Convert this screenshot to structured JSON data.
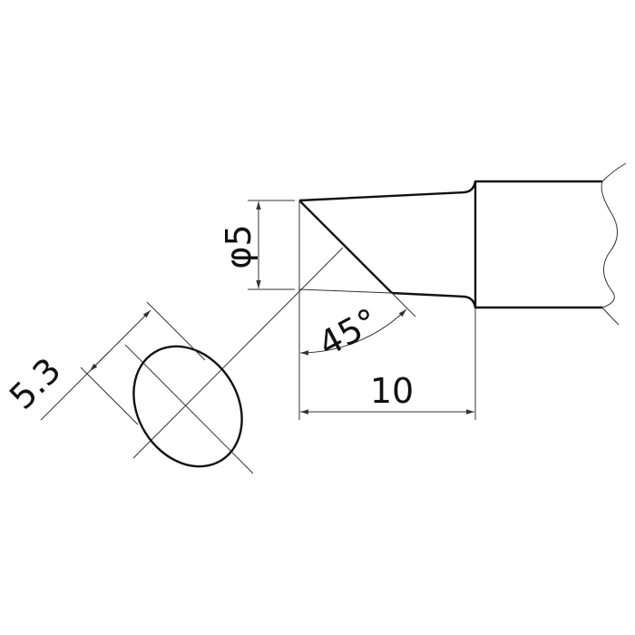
{
  "drawing": {
    "dimensions": {
      "diameter": "φ5",
      "angle": "45°",
      "length": "10",
      "face_width": "5.3"
    },
    "line_color": "#111111"
  }
}
